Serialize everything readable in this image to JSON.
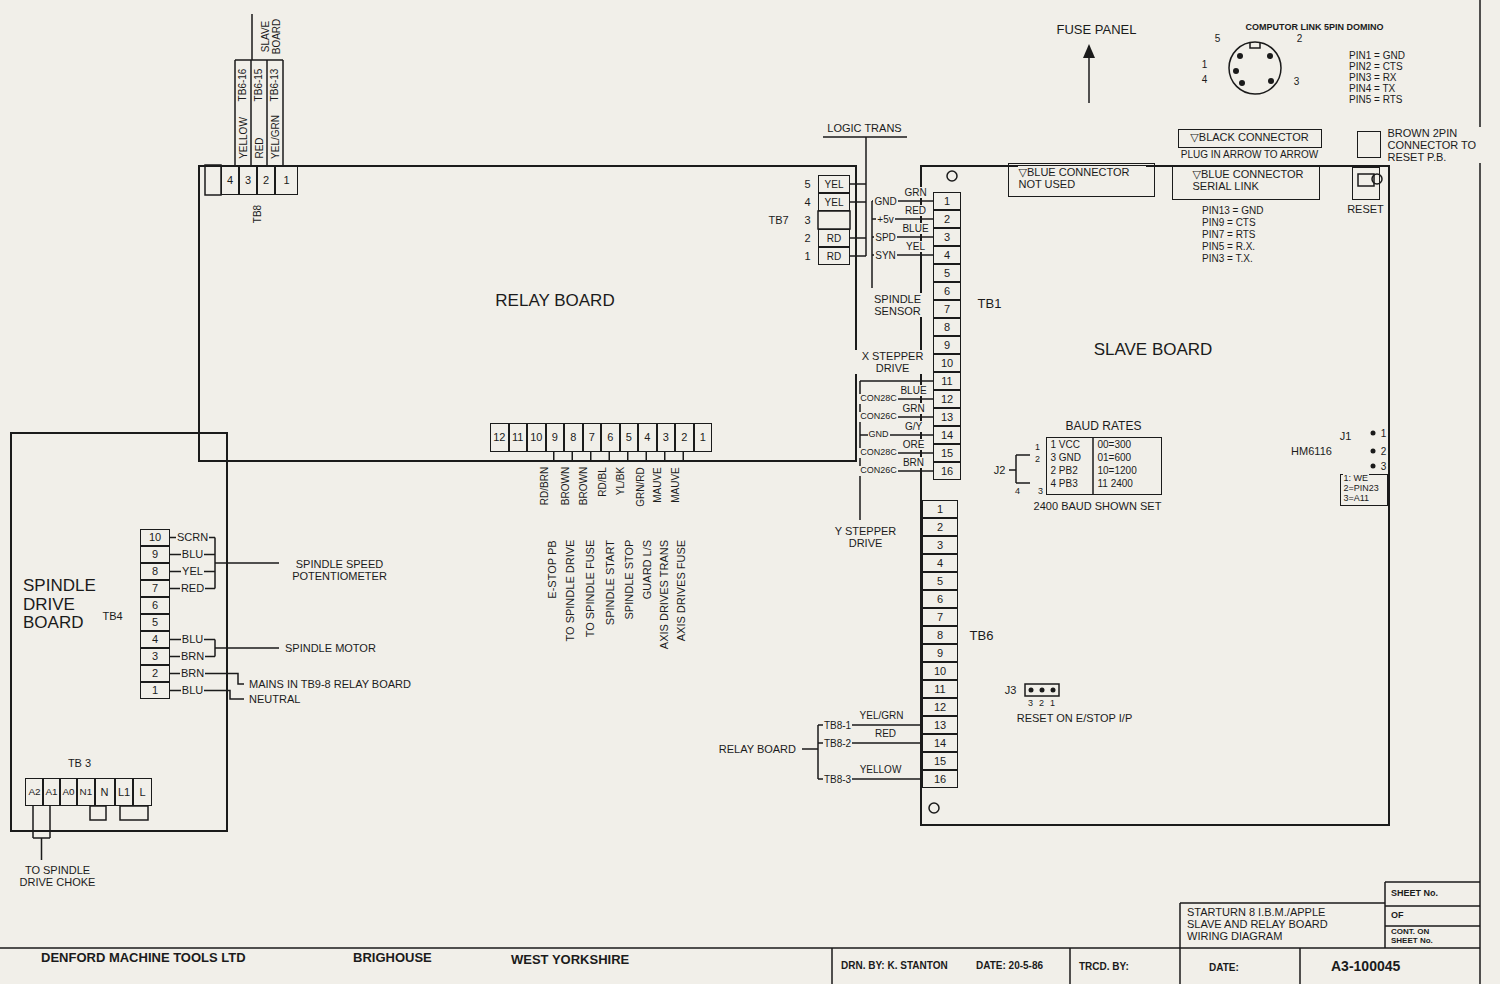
{
  "diagram": {
    "title": "STARTURN 8 I.B.M./APPLE SLAVE AND RELAY BOARD WIRING DIAGRAM",
    "nodes": [
      {
        "text": [
          "RELAY BOARD"
        ]
      },
      {
        "text": [
          "4"
        ],
        "in": 0
      },
      {
        "text": [
          "3"
        ],
        "in": 0
      },
      {
        "text": [
          "2"
        ],
        "in": 0
      },
      {
        "text": [
          "1"
        ],
        "in": 0
      },
      {
        "text": [
          "YEL"
        ],
        "in": 0
      },
      {
        "text": [
          "YEL"
        ],
        "in": 0
      },
      {
        "text": [
          "RD"
        ],
        "in": 0
      },
      {
        "text": [
          "RD"
        ],
        "in": 0
      },
      {
        "text": [
          "12"
        ],
        "in": 0
      },
      {
        "text": [
          "11"
        ],
        "in": 0
      },
      {
        "text": [
          "10"
        ],
        "in": 0
      },
      {
        "text": [
          "9"
        ],
        "in": 0
      },
      {
        "text": [
          "8"
        ],
        "in": 0
      },
      {
        "text": [
          "7"
        ],
        "in": 0
      },
      {
        "text": [
          "6"
        ],
        "in": 0
      },
      {
        "text": [
          "5"
        ],
        "in": 0
      },
      {
        "text": [
          "4"
        ],
        "in": 0
      },
      {
        "text": [
          "3"
        ],
        "in": 0
      },
      {
        "text": [
          "2"
        ],
        "in": 0
      },
      {
        "text": [
          "1"
        ],
        "in": 0
      },
      {
        "text": [
          "SLAVE BOARD"
        ]
      },
      {
        "text": [
          "▽BLUE CONNECTOR NOT USED"
        ],
        "in": 21
      },
      {
        "text": [
          "▽BLACK CONNECTOR",
          "PLUG IN ARROW TO ARROW"
        ]
      },
      {
        "text": [
          "▽BLUE CONNECTOR SERIAL LINK"
        ],
        "in": 21
      },
      {
        "text": [
          "BROWN 2PIN CONNECTOR TO RESET P.B."
        ]
      },
      {
        "text": [
          "RESET"
        ],
        "in": 21
      },
      {
        "text": [
          "BAUD RATES",
          "1 VCC",
          "3 GND",
          "2 PB2",
          "4 PB3",
          "00=300",
          "01=600",
          "10=1200",
          "11 2400"
        ],
        "in": 21
      },
      {
        "text": [
          "1: WE",
          "2=PIN23",
          "3=A11"
        ],
        "in": 21
      },
      {
        "text": [
          "1"
        ],
        "in": 21
      },
      {
        "text": [
          "2"
        ],
        "in": 21
      },
      {
        "text": [
          "3"
        ],
        "in": 21
      },
      {
        "text": [
          "4"
        ],
        "in": 21
      },
      {
        "text": [
          "5"
        ],
        "in": 21
      },
      {
        "text": [
          "6"
        ],
        "in": 21
      },
      {
        "text": [
          "7"
        ],
        "in": 21
      },
      {
        "text": [
          "8"
        ],
        "in": 21
      },
      {
        "text": [
          "9"
        ],
        "in": 21
      },
      {
        "text": [
          "10"
        ],
        "in": 21
      },
      {
        "text": [
          "11"
        ],
        "in": 21
      },
      {
        "text": [
          "12"
        ],
        "in": 21
      },
      {
        "text": [
          "13"
        ],
        "in": 21
      },
      {
        "text": [
          "14"
        ],
        "in": 21
      },
      {
        "text": [
          "15"
        ],
        "in": 21
      },
      {
        "text": [
          "16"
        ],
        "in": 21
      },
      {
        "text": [
          "1"
        ],
        "in": 21
      },
      {
        "text": [
          "2"
        ],
        "in": 21
      },
      {
        "text": [
          "3"
        ],
        "in": 21
      },
      {
        "text": [
          "4"
        ],
        "in": 21
      },
      {
        "text": [
          "5"
        ],
        "in": 21
      },
      {
        "text": [
          "6"
        ],
        "in": 21
      },
      {
        "text": [
          "7"
        ],
        "in": 21
      },
      {
        "text": [
          "8"
        ],
        "in": 21
      },
      {
        "text": [
          "9"
        ],
        "in": 21
      },
      {
        "text": [
          "10"
        ],
        "in": 21
      },
      {
        "text": [
          "11"
        ],
        "in": 21
      },
      {
        "text": [
          "12"
        ],
        "in": 21
      },
      {
        "text": [
          "13"
        ],
        "in": 21
      },
      {
        "text": [
          "14"
        ],
        "in": 21
      },
      {
        "text": [
          "15"
        ],
        "in": 21
      },
      {
        "text": [
          "16"
        ],
        "in": 21
      },
      {
        "text": [
          "SPINDLE DRIVE BOARD"
        ]
      },
      {
        "text": [
          "10"
        ],
        "in": 61
      },
      {
        "text": [
          "9"
        ],
        "in": 61
      },
      {
        "text": [
          "8"
        ],
        "in": 61
      },
      {
        "text": [
          "7"
        ],
        "in": 61
      },
      {
        "text": [
          "6"
        ],
        "in": 61
      },
      {
        "text": [
          "5"
        ],
        "in": 61
      },
      {
        "text": [
          "4"
        ],
        "in": 61
      },
      {
        "text": [
          "3"
        ],
        "in": 61
      },
      {
        "text": [
          "2"
        ],
        "in": 61
      },
      {
        "text": [
          "1"
        ],
        "in": 61
      },
      {
        "text": [
          "A2"
        ],
        "in": 61
      },
      {
        "text": [
          "A1"
        ],
        "in": 61
      },
      {
        "text": [
          "A0"
        ],
        "in": 61
      },
      {
        "text": [
          "N1"
        ],
        "in": 61
      },
      {
        "text": [
          "N"
        ],
        "in": 61
      },
      {
        "text": [
          "L1"
        ],
        "in": 61
      },
      {
        "text": [
          "L"
        ],
        "in": 61
      }
    ],
    "labels": [
      "SLAVE BOARD",
      "TB6-16",
      "TB6-15",
      "TB6-13",
      "YELLOW",
      "RED",
      "YEL/GRN",
      "TB8",
      "LOGIC TRANS",
      "5",
      "4",
      "TB7",
      "3",
      "2",
      "1",
      "GND",
      "+5v",
      "SPD",
      "SYN",
      "GRN",
      "RED",
      "BLUE",
      "YEL",
      "SPINDLE SENSOR",
      "X STEPPER DRIVE",
      "BLUE",
      "GRN",
      "G/Y",
      "ORE",
      "BRN",
      "CON28C",
      "CON26C",
      "GND",
      "CON28C",
      "CON26C",
      "Y STEPPER DRIVE",
      "RD/BRN",
      "BROWN",
      "BROWN",
      "RD/BL",
      "YL/BK",
      "GRN/RD",
      "MAUVE",
      "MAUVE",
      "E-STOP PB",
      "TO SPINDLE DRIVE",
      "TO SPINDLE FUSE",
      "SPINDLE START",
      "SPINDLE STOP",
      "GUARD L/S",
      "AXIS DRIVES TRANS",
      "AXIS DRIVES FUSE",
      "FUSE PANEL",
      "COMPUTOR LINK 5PIN DOMINO",
      "5",
      "2",
      "1",
      "4",
      "3",
      "PIN1 = GND",
      "PIN2 = CTS",
      "PIN3 = RX",
      "PIN4 = TX",
      "PIN5 = RTS",
      "PIN13 = GND",
      "PIN9 = CTS",
      "PIN7 = RTS",
      "PIN5 = R.X.",
      "PIN3 = T.X.",
      "TB1",
      "J2",
      "1",
      "2",
      "4",
      "3",
      "2400 BAUD SHOWN SET",
      "J1",
      "1",
      "2",
      "3",
      "HM6116",
      "TB6",
      "J3",
      "3",
      "2",
      "1",
      "RESET ON E/STOP I/P",
      "RELAY BOARD",
      "TB8-1",
      "YEL/GRN",
      "TB8-2",
      "RED",
      "TB8-3",
      "YELLOW",
      "TB4",
      "SCRN",
      "BLU",
      "YEL",
      "RED",
      "SPINDLE SPEED POTENTIOMETER",
      "BLU",
      "BRN",
      "SPINDLE MOTOR",
      "BRN",
      "MAINS IN TB9-8 RELAY BOARD",
      "BLU",
      "NEUTRAL",
      "TB 3",
      "TO SPINDLE DRIVE CHOKE",
      "DENFORD MACHINE TOOLS LTD",
      "BRIGHOUSE",
      "WEST YORKSHIRE",
      "DRN. BY: K. STANTON",
      "DATE: 20-5-86",
      "TRCD. BY:",
      "DATE:",
      "A3-100045",
      "SHEET No.",
      "OF",
      "CONT. ON SHEET No."
    ]
  }
}
